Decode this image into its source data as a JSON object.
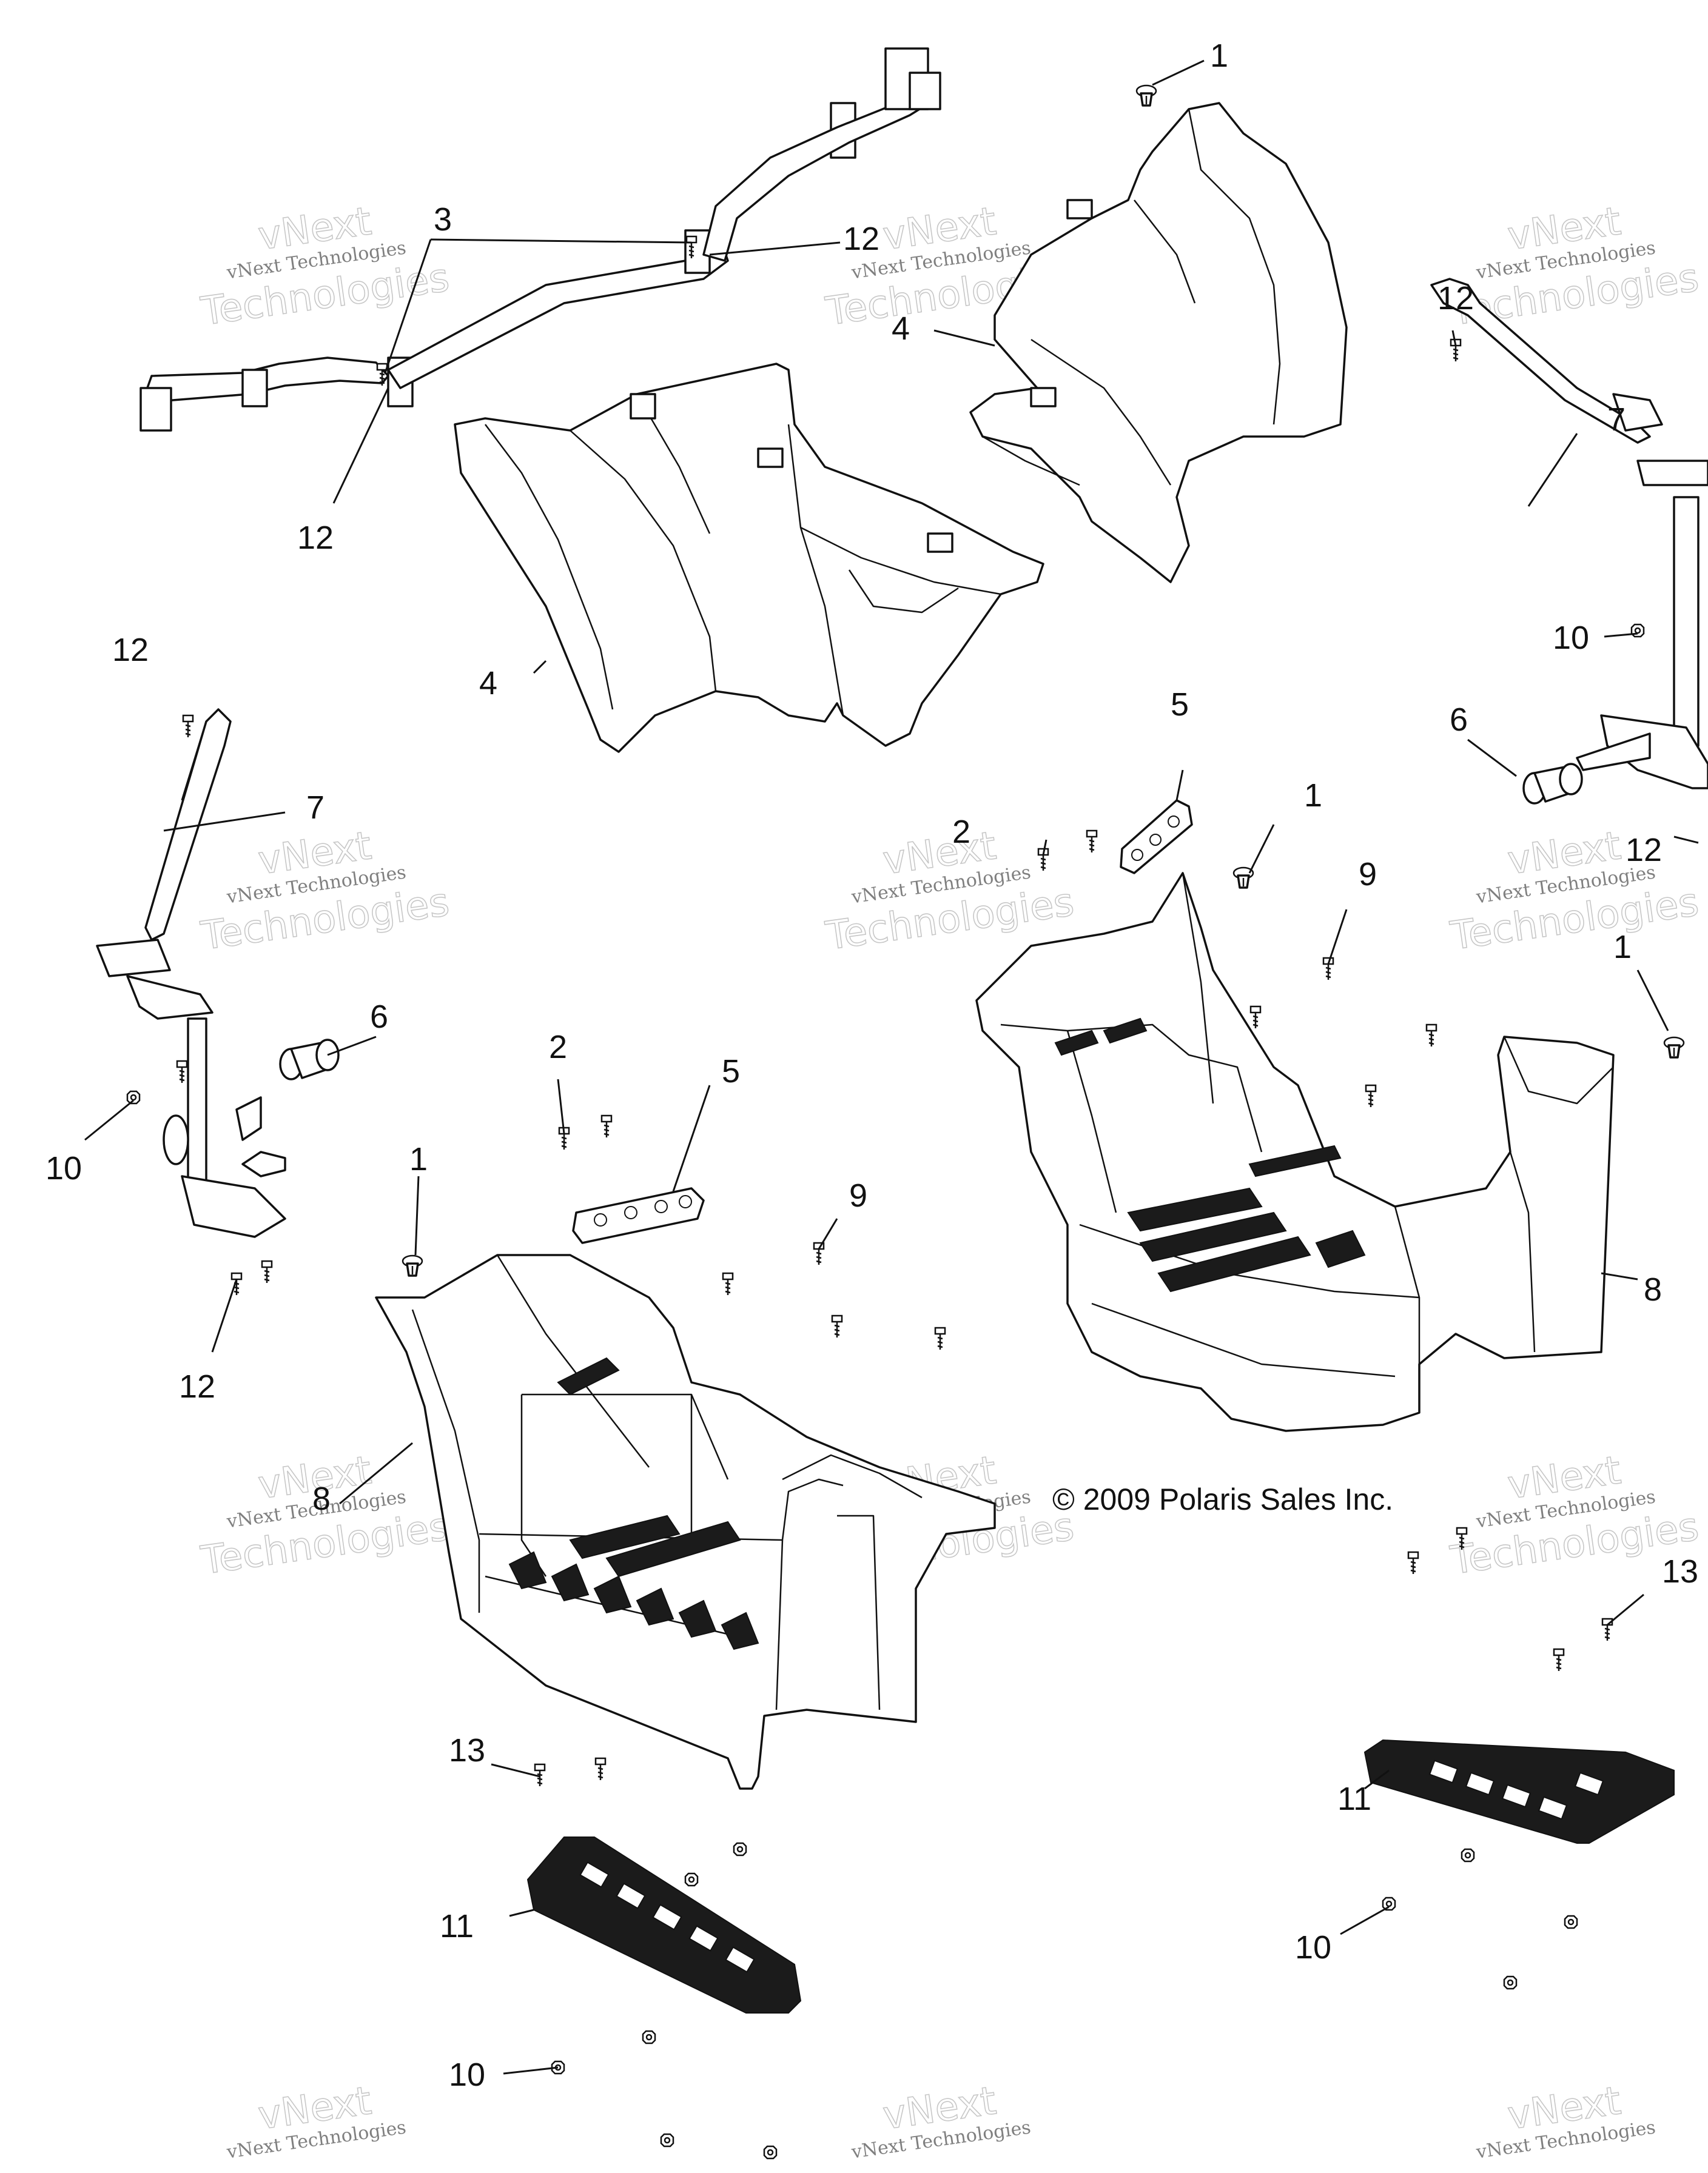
{
  "copyright": "© 2009 Polaris Sales Inc.",
  "watermark": {
    "line1": "vNext",
    "line2": "vNext Technologies",
    "line3": "Technologies"
  },
  "callouts": {
    "c1": "1",
    "c2": "2",
    "c3": "3",
    "c4": "4",
    "c5": "5",
    "c6": "6",
    "c7": "7",
    "c8": "8",
    "c9": "9",
    "c10": "10",
    "c11": "11",
    "c12": "12",
    "c13": "13"
  }
}
